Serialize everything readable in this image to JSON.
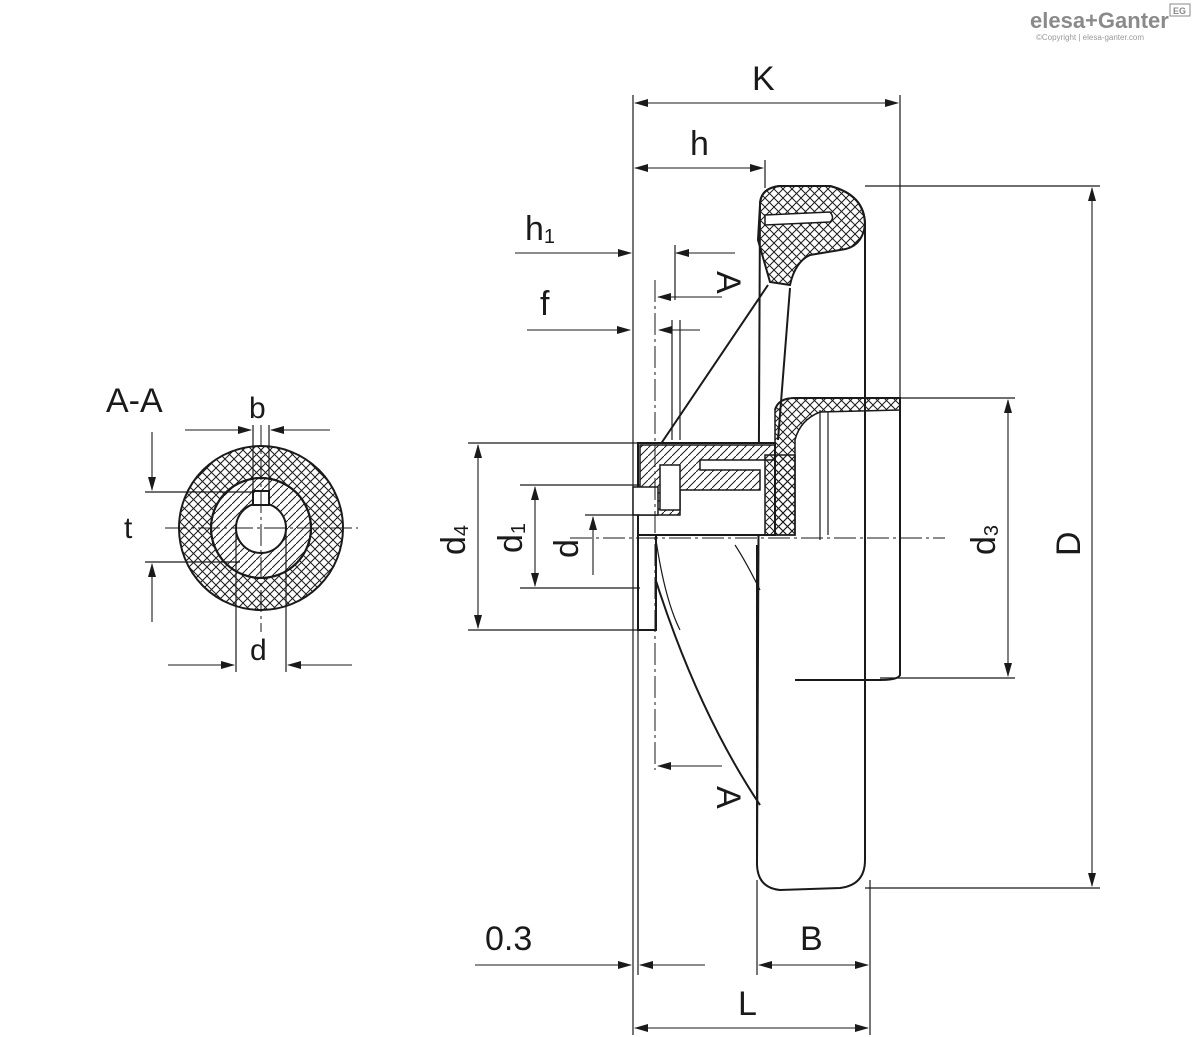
{
  "brand": {
    "name": "elesa+Ganter",
    "copyright": "©Copyright | elesa-ganter.com",
    "badge": "EG"
  },
  "section_label": "A-A",
  "labels": {
    "K": "K",
    "h": "h",
    "h1_main": "h",
    "h1_sub": "1",
    "f": "f",
    "A_top": "A",
    "A_bottom": "A",
    "b": "b",
    "t": "t",
    "d_section": "d",
    "d4_main": "d",
    "d4_sub": "4",
    "d1_main": "d",
    "d1_sub": "1",
    "d": "d",
    "d3_main": "d",
    "d3_sub": "3",
    "D": "D",
    "gap": "0.3",
    "B": "B",
    "L": "L"
  }
}
